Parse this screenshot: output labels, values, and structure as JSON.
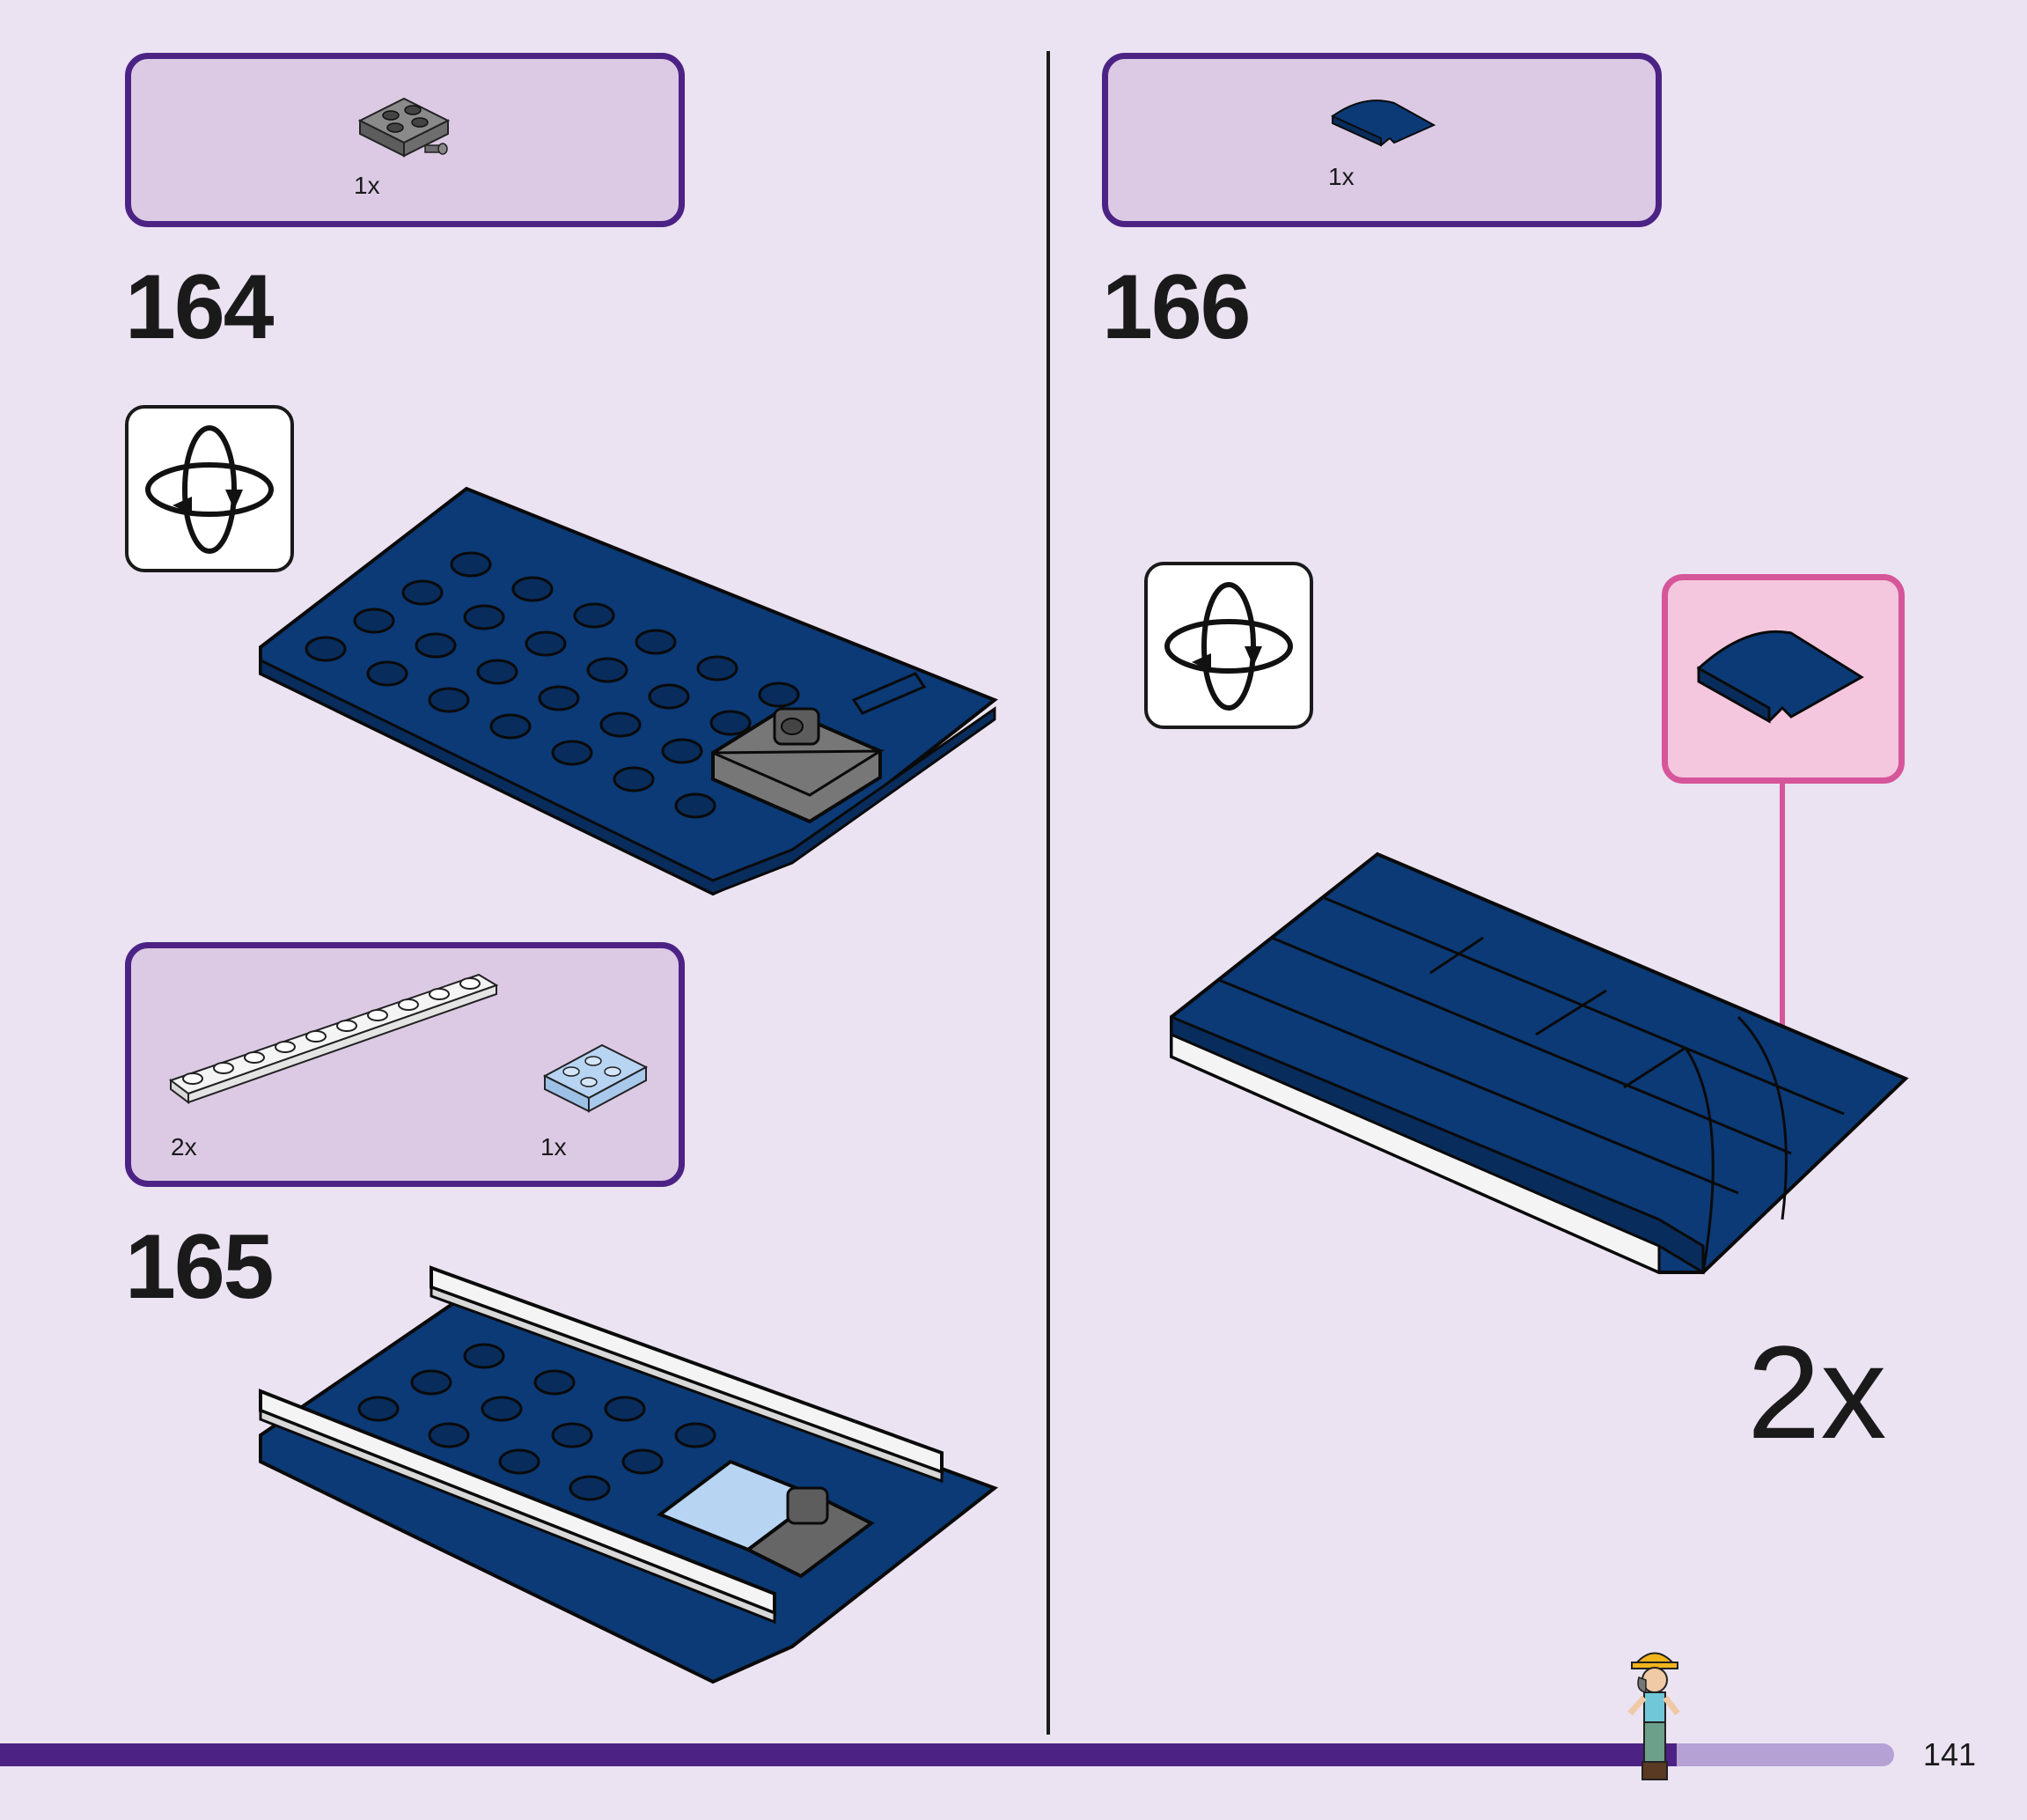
{
  "page": {
    "number": "141",
    "progress_fraction": 0.885
  },
  "steps": [
    {
      "number": "164",
      "parts": [
        {
          "qty": "1x",
          "icon": "gray-plate-with-pin"
        }
      ]
    },
    {
      "number": "165",
      "parts": [
        {
          "qty": "2x",
          "icon": "white-plate-1x10"
        },
        {
          "qty": "1x",
          "icon": "light-blue-inverted-slope"
        }
      ]
    },
    {
      "number": "166",
      "parts": [
        {
          "qty": "1x",
          "icon": "dark-blue-curved-slope"
        }
      ],
      "multiplier": "2x"
    }
  ],
  "colors": {
    "background": "#ebe3f2",
    "parts_box_fill": "#dccae5",
    "parts_box_border": "#4c2384",
    "dark_blue_brick": "#0b3a77",
    "callout_border": "#d6569a",
    "callout_fill": "#f4c7de"
  }
}
